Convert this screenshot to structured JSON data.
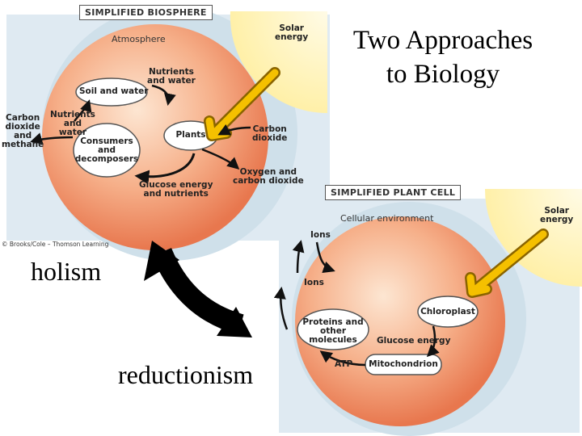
{
  "title": {
    "line1": "Two Approaches",
    "line2": "to Biology"
  },
  "words": {
    "holism": "holism",
    "reductionism": "reductionism"
  },
  "biosphere": {
    "header": "SIMPLIFIED BIOSPHERE",
    "environment": "Atmosphere",
    "solar": [
      "Solar",
      "energy"
    ],
    "soil": "Soil and water",
    "plants": "Plants",
    "consumers": [
      "Consumers",
      "and",
      "decomposers"
    ],
    "nutrients_top": [
      "Nutrients",
      "and water"
    ],
    "nutrients_left": [
      "Nutrients",
      "and",
      "water"
    ],
    "carbon_left": [
      "Carbon",
      "dioxide",
      "and",
      "methane"
    ],
    "carbon_right": [
      "Carbon",
      "dioxide"
    ],
    "oxygen": [
      "Oxygen and",
      "carbon dioxide"
    ],
    "glucose": [
      "Glucose energy",
      "and nutrients"
    ],
    "copyright": "© Brooks/Cole – Thomson Learning"
  },
  "cell": {
    "header": "SIMPLIFIED PLANT CELL",
    "environment": "Cellular environment",
    "solar": [
      "Solar",
      "energy"
    ],
    "ions_out": "Ions",
    "ions_in": "Ions",
    "chloroplast": "Chloroplast",
    "proteins": [
      "Proteins and",
      "other",
      "molecules"
    ],
    "glucose": "Glucose energy",
    "atp": "ATP",
    "mitochondrion": "Mitochondrion"
  },
  "colors": {
    "halo": "#d3e3ee",
    "sphere_center": "#fde3cc",
    "sphere_edge": "#e8774e",
    "sun": "#fff2b3",
    "arrow_yellow": "#f5c000",
    "arrow_black": "#000000"
  }
}
